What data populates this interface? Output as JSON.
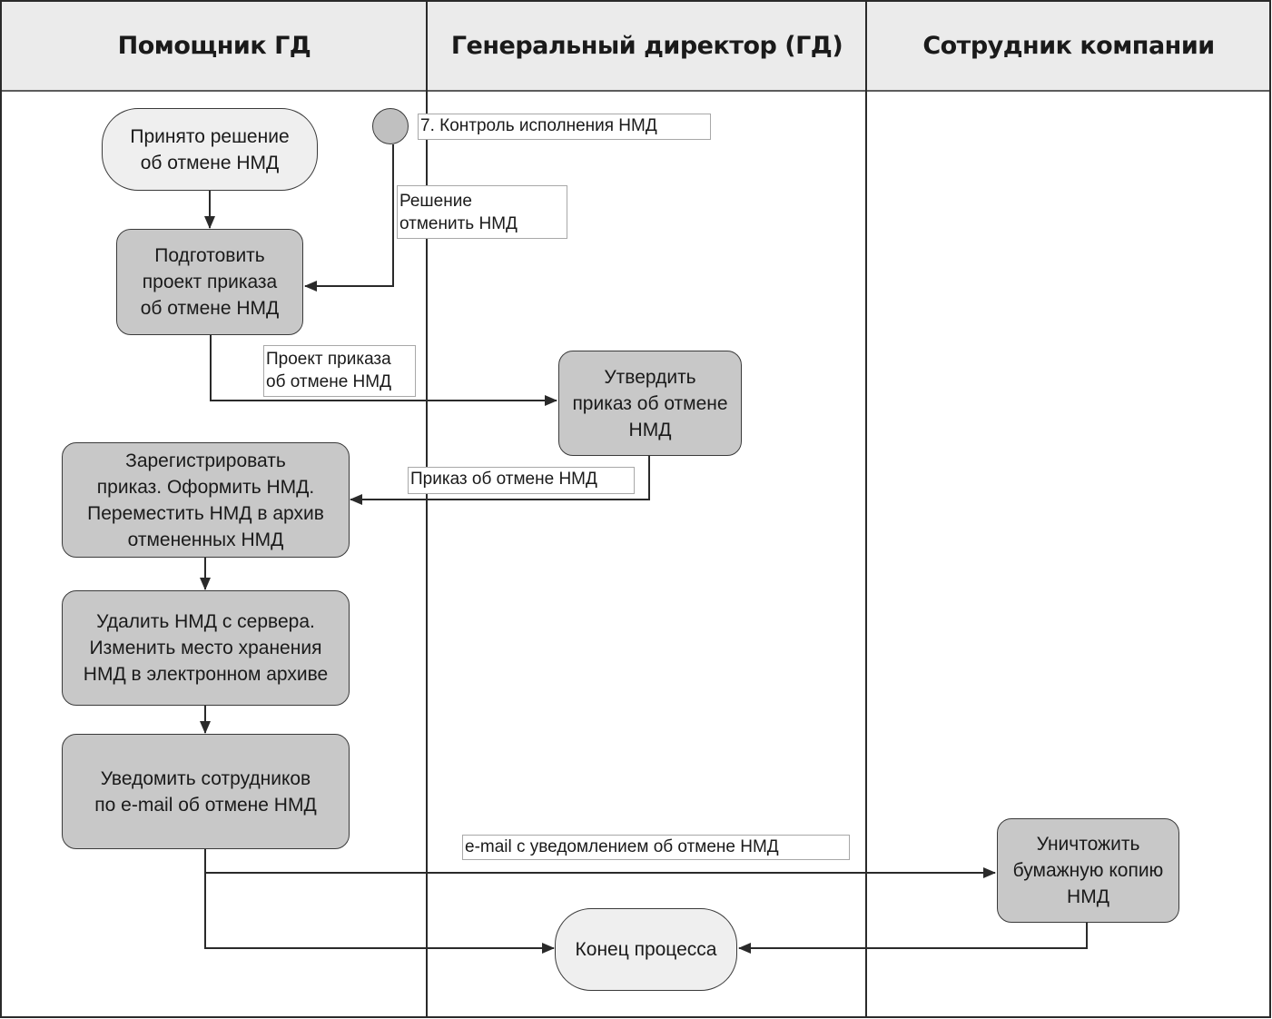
{
  "lanes": [
    {
      "title": "Помощник ГД"
    },
    {
      "title": "Генеральный директор (ГД)"
    },
    {
      "title": "Сотрудник компании"
    }
  ],
  "nodes": {
    "decision_made": "Принято решение\nоб отмене НМД",
    "prepare_draft": "Подготовить\nпроект приказа\nоб отмене НМД",
    "approve_order": "Утвердить\nприказ об отмене\nНМД",
    "register_order": "Зарегистрировать\nприказ. Оформить НМД.\nПереместить НМД в архив\nотмененных НМД",
    "delete_from_server": "Удалить НМД с сервера.\nИзменить место хранения\nНМД в электронном архиве",
    "notify_employees": "Уведомить сотрудников\nпо e-mail об отмене НМД",
    "destroy_paper_copy": "Уничтожить\nбумажную копию\nНМД",
    "process_end": "Конец процесса"
  },
  "labels": {
    "control_execution": "7. Контроль исполнения НМД",
    "cancel_decision": "Решение\nотменить НМД",
    "draft_order": "Проект приказа\nоб отмене НМД",
    "cancel_order": "Приказ об отмене НМД",
    "email_notice": "e-mail с уведомлением об отмене НМД"
  },
  "colors": {
    "header_fill": "#ebebeb",
    "node_fill": "#c8c8c8",
    "light_node_fill": "#efefef",
    "line": "#2a2a2a"
  }
}
